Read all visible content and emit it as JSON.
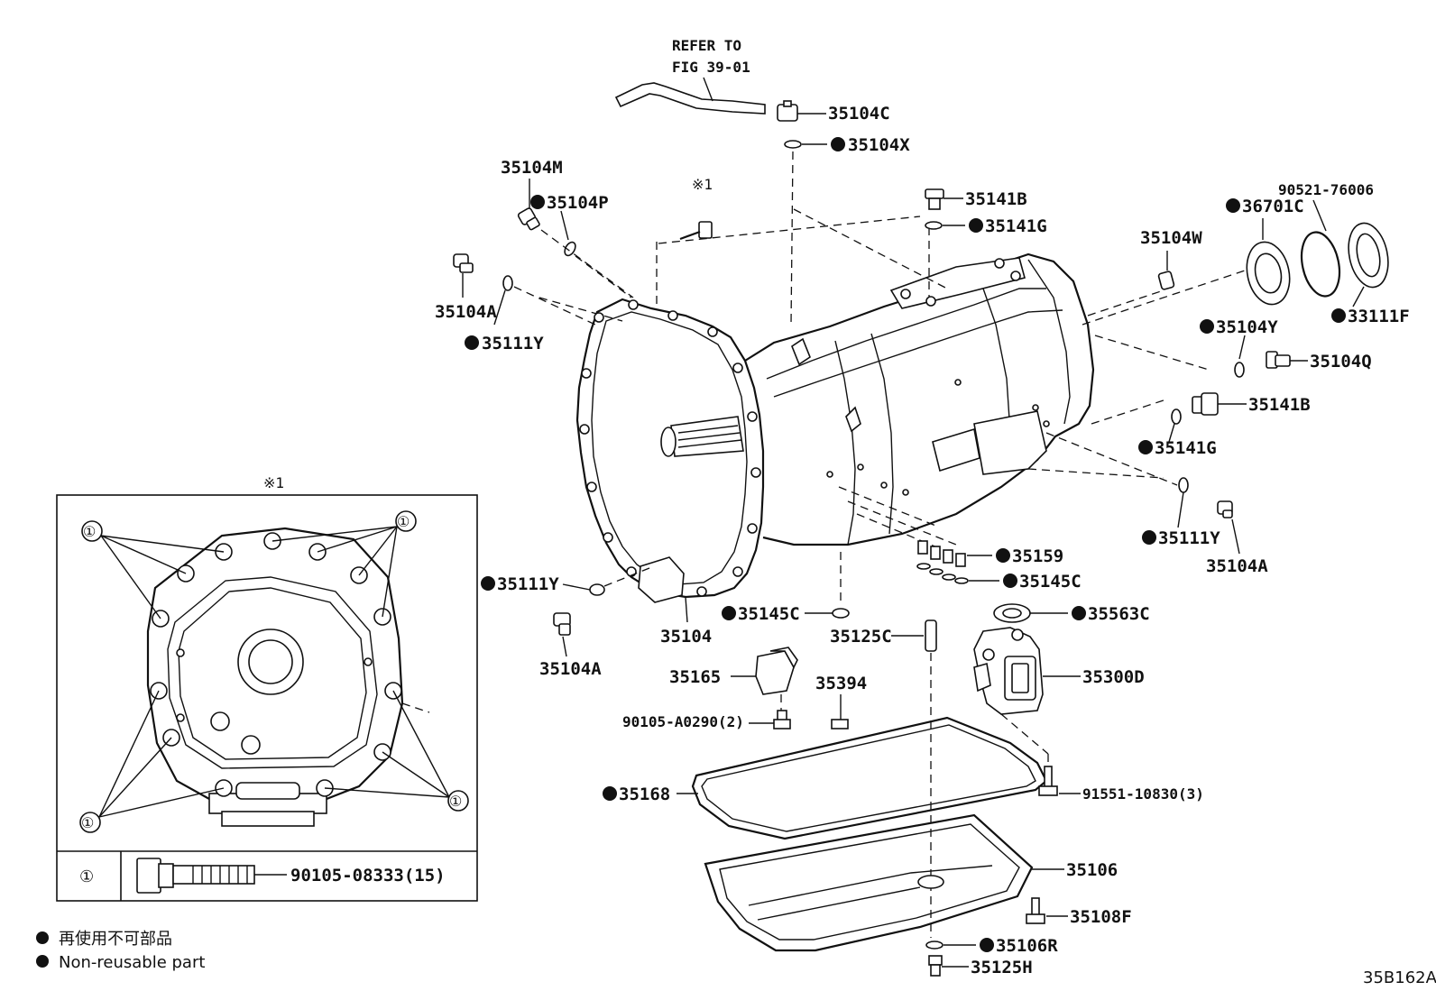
{
  "refer_note": [
    "REFER TO",
    "FIG 39-01"
  ],
  "note_mark": "※1",
  "parts": {
    "p35104C": "35104C",
    "p35104X": "35104X",
    "p35104M": "35104M",
    "p35104P": "35104P",
    "p35141B_top": "35141B",
    "p35141G_top": "35141G",
    "p90521": "90521-76006",
    "p36701C": "36701C",
    "p35104W": "35104W",
    "p33111F": "33111F",
    "p35104A_left": "35104A",
    "p35111Y_left": "35111Y",
    "p35104Y": "35104Y",
    "p35104Q": "35104Q",
    "p35141B_right": "35141B",
    "p35141G_right": "35141G",
    "p35111Y_right": "35111Y",
    "p35104A_right": "35104A",
    "p35159": "35159",
    "p35145C_right": "35145C",
    "p35111Y_bottom": "35111Y",
    "p35104A_bottom": "35104A",
    "p35104": "35104",
    "p35145C_center": "35145C",
    "p35563C": "35563C",
    "p35125C": "35125C",
    "p35300D": "35300D",
    "p35165": "35165",
    "p35394": "35394",
    "p90105_A0290": "90105-A0290(2)",
    "p35168": "35168",
    "p91551": "91551-10830(3)",
    "p35106": "35106",
    "p35108F": "35108F",
    "p35106R": "35106R",
    "p35125H": "35125H"
  },
  "inset": {
    "title": "※1",
    "callout": "①",
    "bolt_part": "90105-08333(15)"
  },
  "legend": {
    "jp": "再使用不可部品",
    "en": "Non-reusable part"
  },
  "figure_code": "35B162A"
}
